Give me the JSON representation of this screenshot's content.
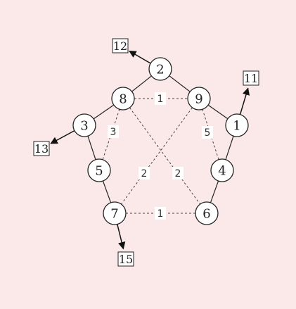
{
  "nodes": [
    {
      "id": "n2",
      "label": "2"
    },
    {
      "id": "n8",
      "label": "8"
    },
    {
      "id": "n9",
      "label": "9"
    },
    {
      "id": "n3",
      "label": "3"
    },
    {
      "id": "n1",
      "label": "1"
    },
    {
      "id": "n5",
      "label": "5"
    },
    {
      "id": "n4",
      "label": "4"
    },
    {
      "id": "n7",
      "label": "7"
    },
    {
      "id": "n6",
      "label": "6"
    }
  ],
  "solid_edges": [
    [
      "n2",
      "n8"
    ],
    [
      "n2",
      "n9"
    ],
    [
      "n8",
      "n3"
    ],
    [
      "n9",
      "n1"
    ],
    [
      "n3",
      "n5"
    ],
    [
      "n1",
      "n4"
    ],
    [
      "n5",
      "n7"
    ],
    [
      "n4",
      "n6"
    ]
  ],
  "dashed_edges": [
    {
      "from": "n8",
      "to": "n9",
      "weight": "1"
    },
    {
      "from": "n8",
      "to": "n5",
      "weight": "3"
    },
    {
      "from": "n9",
      "to": "n4",
      "weight": "5"
    },
    {
      "from": "n9",
      "to": "n7",
      "weight": "2"
    },
    {
      "from": "n8",
      "to": "n6",
      "weight": "2"
    },
    {
      "from": "n7",
      "to": "n6",
      "weight": "1"
    }
  ],
  "terminals": [
    {
      "from": "n2",
      "label": "12"
    },
    {
      "from": "n1",
      "label": "11"
    },
    {
      "from": "n3",
      "label": "13"
    },
    {
      "from": "n7",
      "label": "15"
    }
  ]
}
